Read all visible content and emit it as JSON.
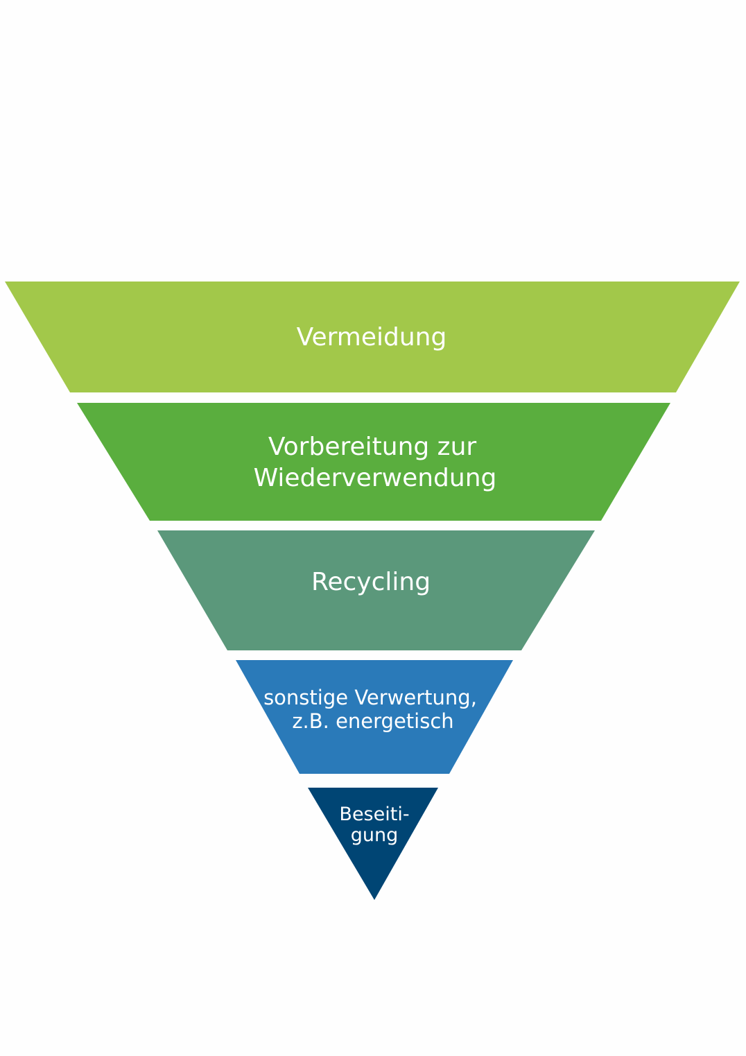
{
  "diagram": {
    "tiers": [
      {
        "id": "vermeidung",
        "lines": [
          "Vermeidung"
        ],
        "color": "#a2c84a"
      },
      {
        "id": "vorbereitung",
        "lines": [
          "Vorbereitung zur",
          "Wiederverwendung"
        ],
        "color": "#5aae3e"
      },
      {
        "id": "recycling",
        "lines": [
          "Recycling"
        ],
        "color": "#5b987b"
      },
      {
        "id": "verwertung",
        "lines": [
          "sonstige Verwertung,",
          "z.B. energetisch"
        ],
        "color": "#2a7ab9"
      },
      {
        "id": "beseitigung",
        "lines": [
          "Beseiti-",
          "gung"
        ],
        "color": "#004574"
      }
    ]
  }
}
